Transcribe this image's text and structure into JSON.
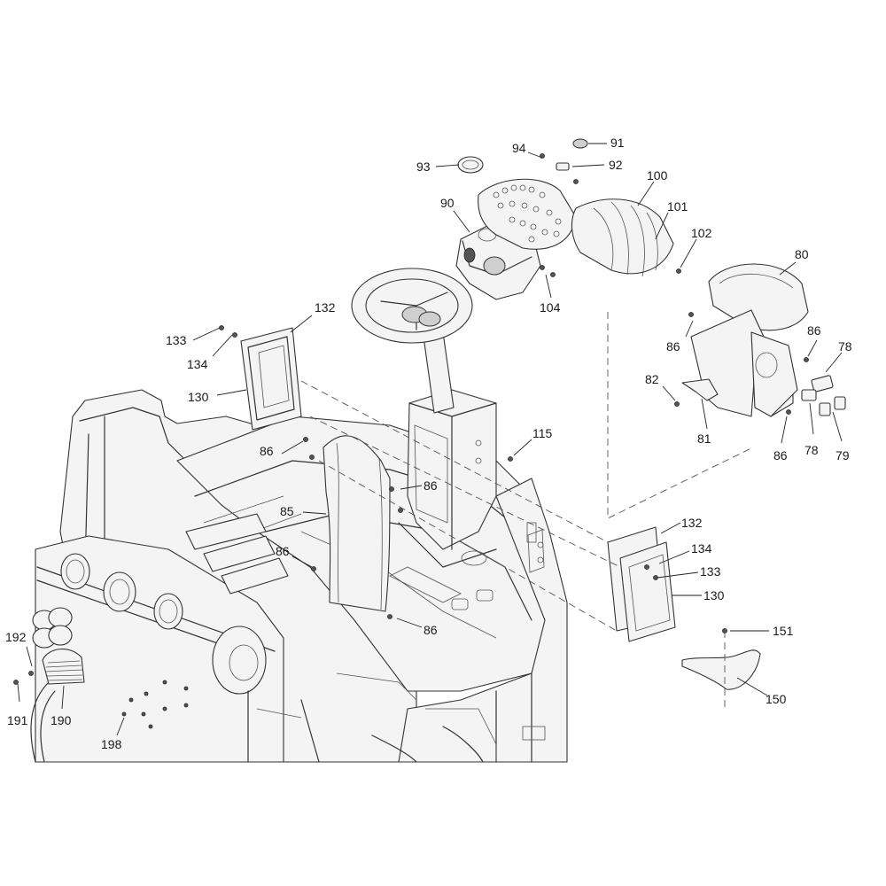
{
  "diagram": {
    "labels": [
      {
        "key": "93",
        "text": "93"
      },
      {
        "key": "94",
        "text": "94"
      },
      {
        "key": "91",
        "text": "91"
      },
      {
        "key": "92",
        "text": "92"
      },
      {
        "key": "100",
        "text": "100"
      },
      {
        "key": "90",
        "text": "90"
      },
      {
        "key": "101",
        "text": "101"
      },
      {
        "key": "102",
        "text": "102"
      },
      {
        "key": "80",
        "text": "80"
      },
      {
        "key": "104",
        "text": "104"
      },
      {
        "key": "132a",
        "text": "132"
      },
      {
        "key": "133a",
        "text": "133"
      },
      {
        "key": "134a",
        "text": "134"
      },
      {
        "key": "130a",
        "text": "130"
      },
      {
        "key": "86a",
        "text": "86"
      },
      {
        "key": "86b",
        "text": "86"
      },
      {
        "key": "78a",
        "text": "78"
      },
      {
        "key": "82",
        "text": "82"
      },
      {
        "key": "81",
        "text": "81"
      },
      {
        "key": "86c",
        "text": "86"
      },
      {
        "key": "78b",
        "text": "78"
      },
      {
        "key": "79",
        "text": "79"
      },
      {
        "key": "115",
        "text": "115"
      },
      {
        "key": "86d",
        "text": "86"
      },
      {
        "key": "86e",
        "text": "86"
      },
      {
        "key": "85",
        "text": "85"
      },
      {
        "key": "132b",
        "text": "132"
      },
      {
        "key": "134b",
        "text": "134"
      },
      {
        "key": "133b",
        "text": "133"
      },
      {
        "key": "130b",
        "text": "130"
      },
      {
        "key": "86f",
        "text": "86"
      },
      {
        "key": "86g",
        "text": "86"
      },
      {
        "key": "151",
        "text": "151"
      },
      {
        "key": "150",
        "text": "150"
      },
      {
        "key": "192",
        "text": "192"
      },
      {
        "key": "191",
        "text": "191"
      },
      {
        "key": "190",
        "text": "190"
      },
      {
        "key": "198",
        "text": "198"
      }
    ]
  }
}
